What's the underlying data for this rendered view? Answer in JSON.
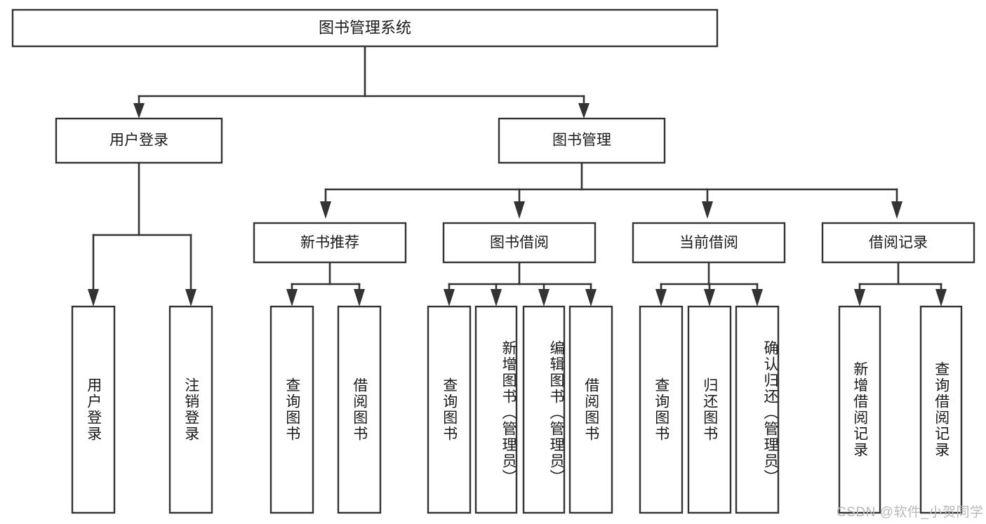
{
  "diagram": {
    "title": "图书管理系统",
    "watermark": "CSDN @软件_小贺同学",
    "root": {
      "label": "图书管理系统"
    },
    "level1": [
      {
        "label": "用户登录"
      },
      {
        "label": "图书管理"
      }
    ],
    "level2": [
      {
        "label": "新书推荐"
      },
      {
        "label": "图书借阅"
      },
      {
        "label": "当前借阅"
      },
      {
        "label": "借阅记录"
      }
    ],
    "leaves": {
      "user_login": [
        {
          "label": "用户登录"
        },
        {
          "label": "注销登录"
        }
      ],
      "new_book": [
        {
          "label": "查询图书"
        },
        {
          "label": "借阅图书"
        }
      ],
      "book_borrow": [
        {
          "label": "查询图书"
        },
        {
          "label": "新增图书（管理员）"
        },
        {
          "label": "编辑图书（管理员）"
        },
        {
          "label": "借阅图书"
        }
      ],
      "current_borrow": [
        {
          "label": "查询图书"
        },
        {
          "label": "归还图书"
        },
        {
          "label": "确认归还（管理员）"
        }
      ],
      "borrow_record": [
        {
          "label": "新增借阅记录"
        },
        {
          "label": "查询借阅记录"
        }
      ]
    }
  },
  "colors": {
    "stroke": "#333333",
    "box_fill": "#ffffff",
    "text": "#1a1a1a",
    "watermark": "#b8b8b8"
  }
}
